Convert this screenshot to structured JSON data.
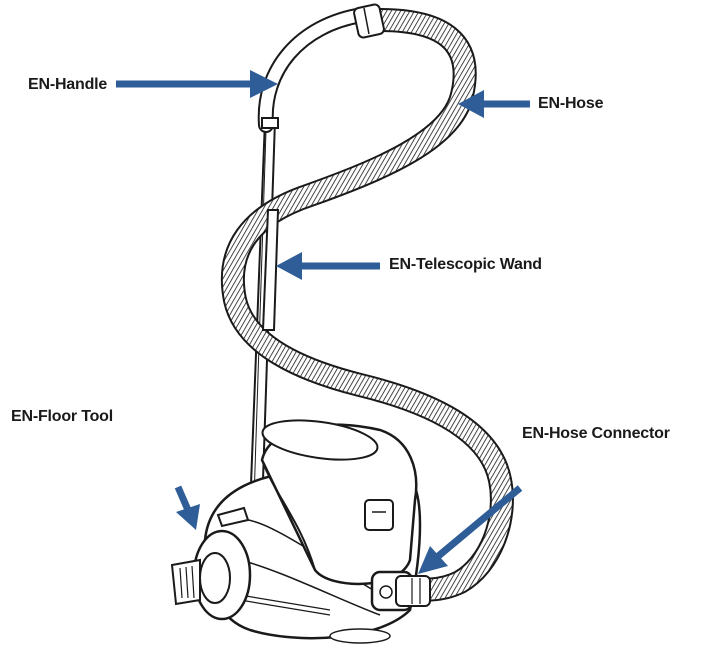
{
  "labels": {
    "handle": "EN-Handle",
    "hose": "EN-Hose",
    "telescopic_wand": "EN-Telescopic Wand",
    "floor_tool": "EN-Floor Tool",
    "hose_connector": "EN-Hose Connector"
  },
  "colors": {
    "arrow": "#2e5d97",
    "line": "#1a1a1a",
    "background": "#ffffff"
  }
}
